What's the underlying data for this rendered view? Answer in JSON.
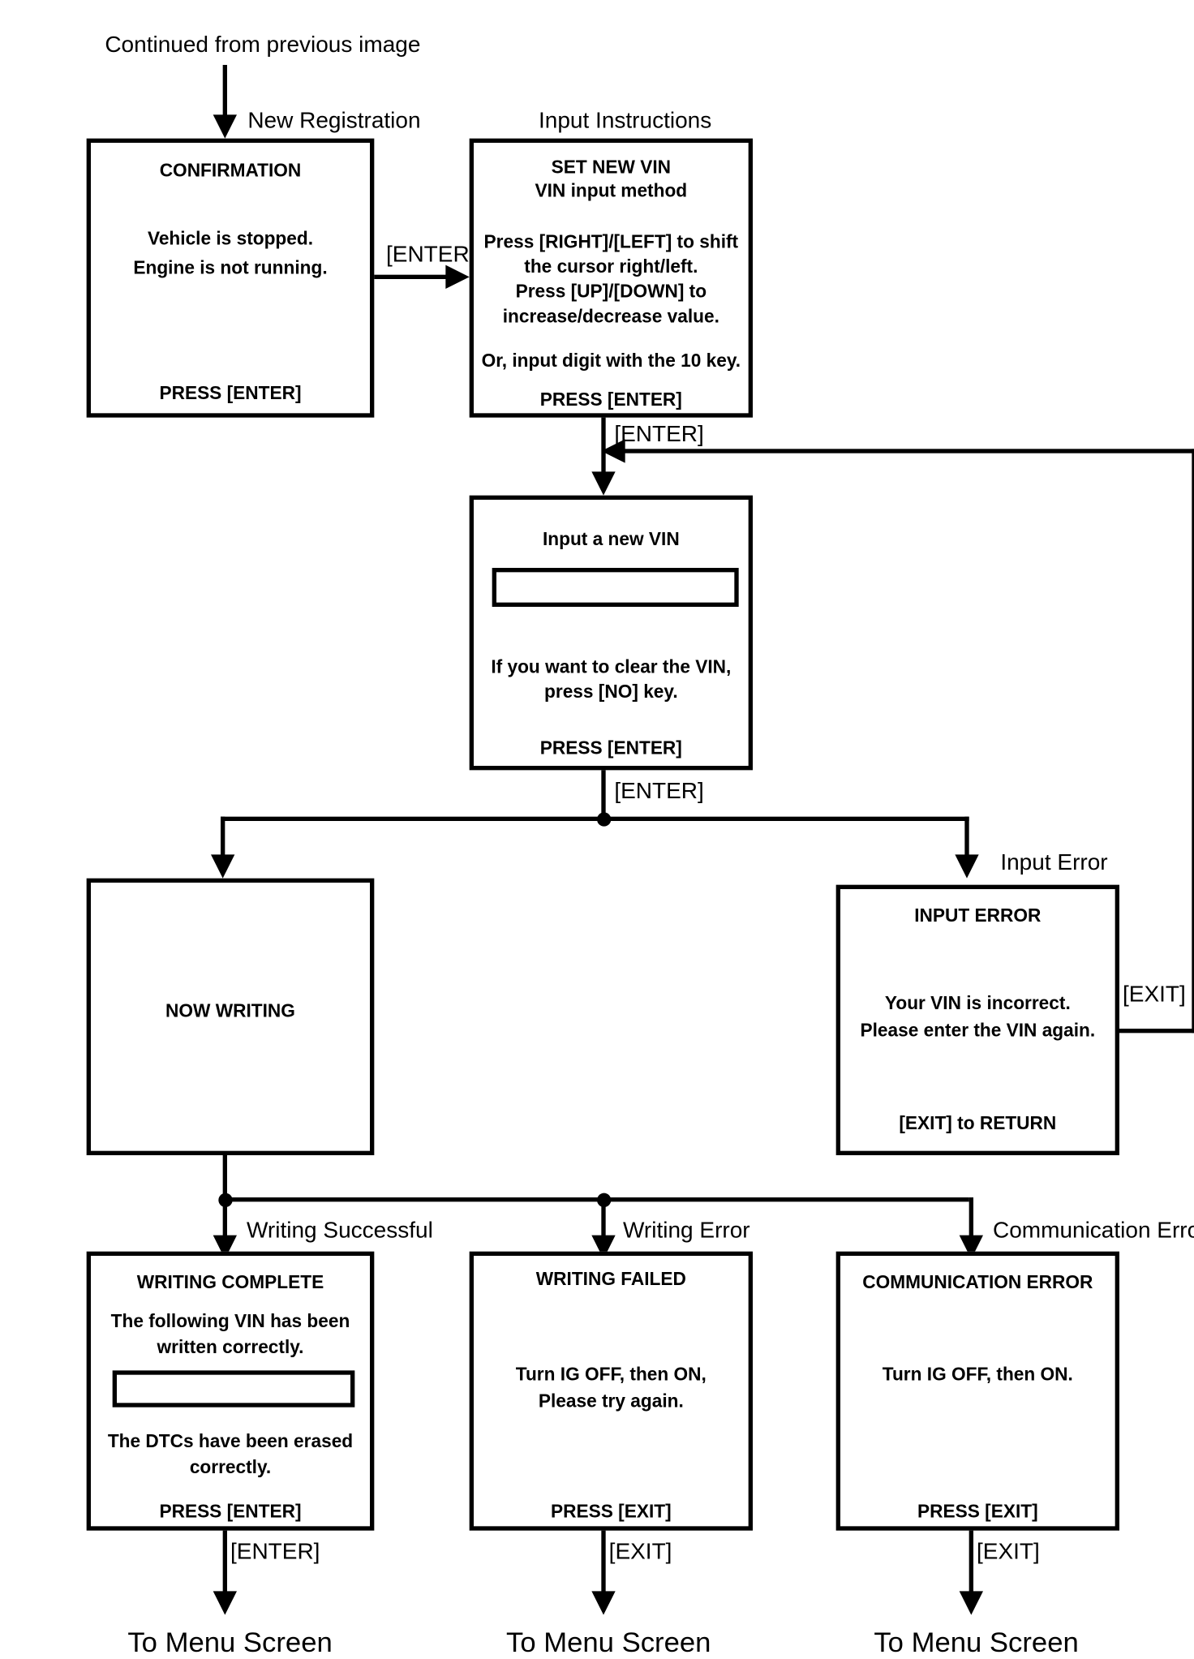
{
  "diagram": {
    "type": "flowchart",
    "title_note": "Continued from previous image",
    "menu_target": "To Menu Screen"
  },
  "top": {
    "continued_label": "Continued from previous image"
  },
  "nodes": {
    "confirmation": {
      "caption": "New Registration",
      "header": "CONFIRMATION",
      "line1": "Vehicle is stopped.",
      "line2": "Engine is not running.",
      "footer": "PRESS [ENTER]"
    },
    "set_new_vin": {
      "caption": "Input Instructions",
      "header1": "SET NEW VIN",
      "header2": "VIN input method",
      "line1": "Press [RIGHT]/[LEFT] to shift",
      "line2": "the cursor right/left.",
      "line3": "Press [UP]/[DOWN] to",
      "line4": "increase/decrease value.",
      "line5": "Or, input digit with the 10 key.",
      "footer": "PRESS [ENTER]"
    },
    "input_new_vin": {
      "header": "Input a new VIN",
      "field_value": "",
      "line1": "If you want to clear the VIN,",
      "line2": "press [NO] key.",
      "footer": "PRESS [ENTER]"
    },
    "now_writing": {
      "header": "NOW WRITING"
    },
    "input_error": {
      "caption": "Input Error",
      "header": "INPUT ERROR",
      "line1": "Your VIN is incorrect.",
      "line2": "Please enter the VIN again.",
      "footer": "[EXIT] to RETURN"
    },
    "writing_complete": {
      "caption": "Writing Successful",
      "header": "WRITING COMPLETE",
      "line1": "The following VIN has been",
      "line2": "written correctly.",
      "field_value": "",
      "line3": "The DTCs have been erased",
      "line4": "correctly.",
      "footer": "PRESS [ENTER]"
    },
    "writing_failed": {
      "caption": "Writing Error",
      "header": "WRITING FAILED",
      "line1": "Turn IG OFF, then ON,",
      "line2": "Please try again.",
      "footer": "PRESS [EXIT]"
    },
    "communication_error": {
      "caption": "Communication Error",
      "header": "COMMUNICATION ERROR",
      "line1": "Turn IG OFF, then ON.",
      "footer": "PRESS [EXIT]"
    }
  },
  "edges": {
    "confirm_to_setvin": "[ENTER]",
    "setvin_to_input": "[ENTER]",
    "input_to_branch": "[ENTER]",
    "error_exit_loop": "[EXIT]",
    "complete_to_menu": "[ENTER]",
    "failed_to_menu": "[EXIT]",
    "comm_to_menu": "[EXIT]"
  },
  "terminals": {
    "menu_left": "To Menu Screen",
    "menu_mid": "To Menu Screen",
    "menu_right": "To Menu Screen"
  },
  "colors": {
    "stroke": "#000000",
    "background": "#ffffff"
  }
}
